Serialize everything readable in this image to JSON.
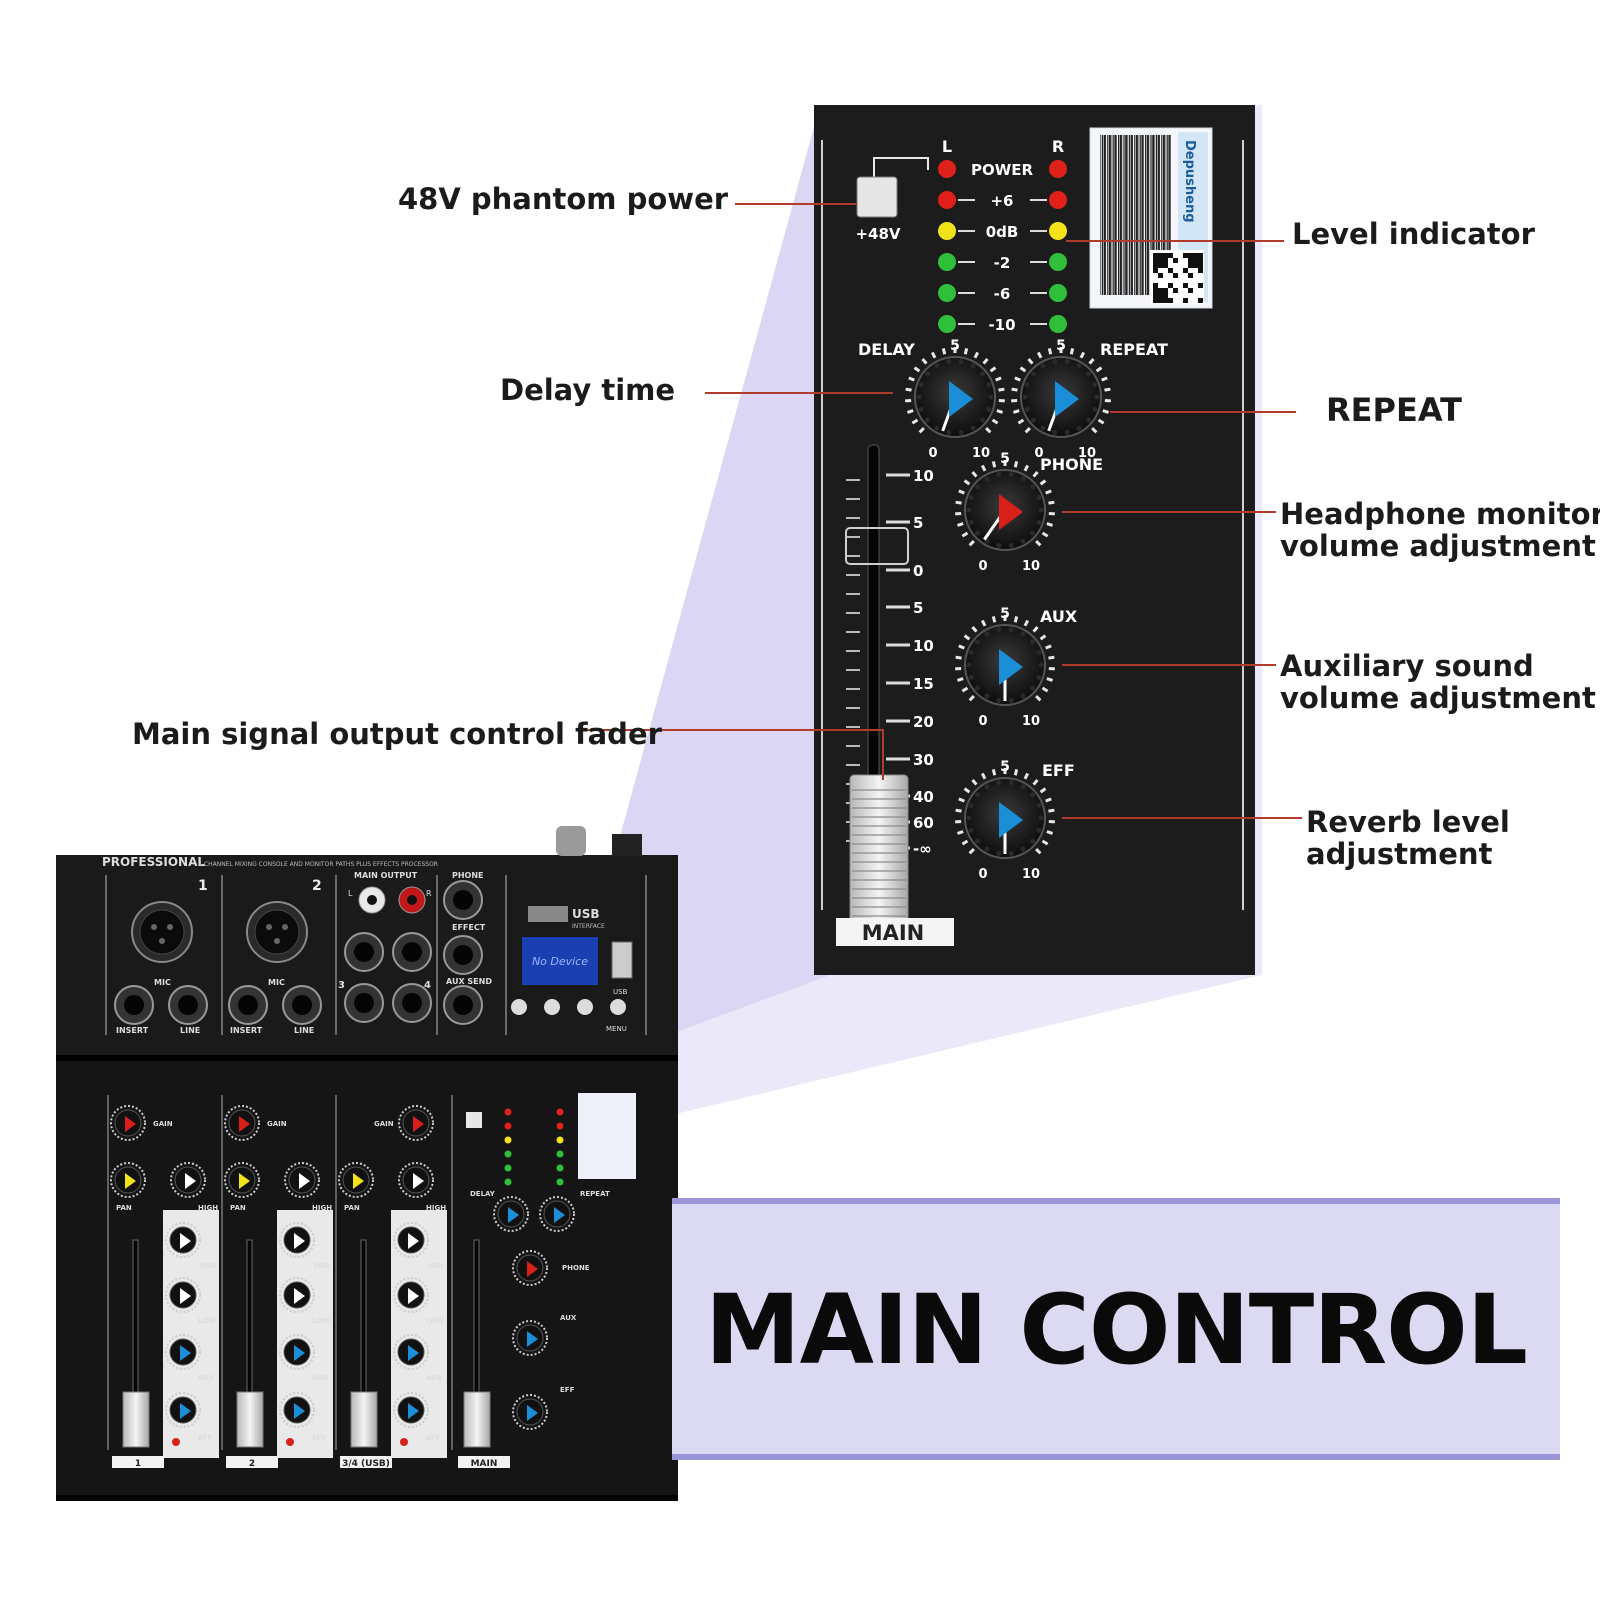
{
  "callouts": {
    "phantom": "48V phantom power",
    "level": "Level indicator",
    "delay": "Delay time",
    "repeat": "REPEAT",
    "phone_line1": "Headphone monitor",
    "phone_line2": "volume adjustment",
    "aux_line1": "Auxiliary sound",
    "aux_line2": "volume adjustment",
    "fader": "Main signal output control fader",
    "reverb_line1": "Reverb level",
    "reverb_line2": "adjustment"
  },
  "banner": {
    "title": "MAIN CONTROL"
  },
  "panel": {
    "phantom_label": "+48V",
    "meter_L": "L",
    "meter_R": "R",
    "meter_labels": [
      "POWER",
      "+6",
      "0dB",
      "-2",
      "-6",
      "-10"
    ],
    "delay_label": "DELAY",
    "repeat_label": "REPEAT",
    "phone_label": "PHONE",
    "aux_label": "AUX",
    "eff_label": "EFF",
    "knob_top": "5",
    "knob_min": "0",
    "knob_max": "10",
    "fader_scale": [
      "10",
      "5",
      "0",
      "5",
      "10",
      "15",
      "20",
      "30",
      "40",
      "60",
      "-∞"
    ],
    "main_label": "MAIN",
    "brand": "Depusheng"
  },
  "mixer": {
    "header_left": "PROFESSIONAL",
    "header_right": "4-CHANNEL MIXING CONSOLE AND MONITOR PATHS PLUS EFFECTS PROCESSOR",
    "ch1": "1",
    "ch2": "2",
    "main_output": "MAIN OUTPUT",
    "phone": "PHONE",
    "effect": "EFFECT",
    "aux_send": "AUX SEND",
    "mic": "MIC",
    "insert": "INSERT",
    "line": "LINE",
    "usb_logo": "USB",
    "usb_interface": "INTERFACE",
    "display": "No Device",
    "usb": "USB",
    "menu": "MENU",
    "gain": "GAIN",
    "pan": "PAN",
    "high": "HIGH",
    "mid": "MID",
    "low": "LOW",
    "aux": "AUX",
    "eff": "EFF",
    "strip_labels": [
      "1",
      "2",
      "3/4 (USB)",
      "MAIN"
    ],
    "ch3": "3",
    "ch4": "4",
    "L": "L",
    "R": "R"
  },
  "colors": {
    "panel": "#1c1c1c",
    "callout_line": "#b23a2a",
    "banner_bg": "#dcdaf2",
    "banner_border": "#9b96d8",
    "led_red": "#e0201a",
    "led_yellow": "#f2e21a",
    "led_green": "#2fbf3a",
    "knob_blue": "#1a8fd8",
    "knob_red": "#d8201a",
    "knob_yellow": "#f2e21a"
  }
}
